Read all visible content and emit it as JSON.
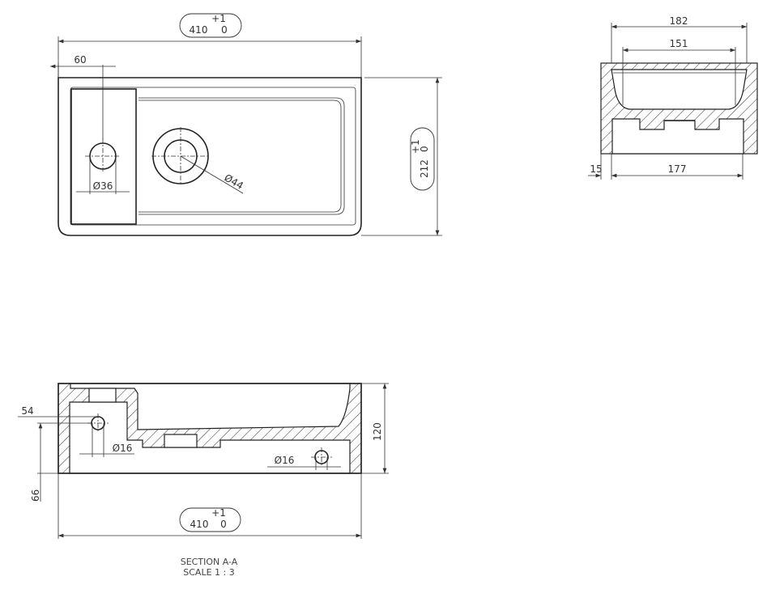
{
  "top_view": {
    "width_dim": {
      "nominal": "410",
      "upper_tol": "+1",
      "lower_tol": "0"
    },
    "depth_dim": {
      "nominal": "212",
      "upper_tol": "+1",
      "lower_tol": "0"
    },
    "tap_offset": "60",
    "tap_hole": "Ø36",
    "drain_hole": "Ø44"
  },
  "side_view": {
    "outer_width": "182",
    "bowl_width": "151",
    "base_width": "177",
    "wall": "15"
  },
  "section_view": {
    "height": "120",
    "hole_offset_top": "54",
    "hole_offset_bottom": "66",
    "hole_left": "Ø16",
    "hole_right": "Ø16",
    "width_dim": {
      "nominal": "410",
      "upper_tol": "+1",
      "lower_tol": "0"
    },
    "caption": "SECTION A-A",
    "scale": "SCALE 1 : 3"
  }
}
